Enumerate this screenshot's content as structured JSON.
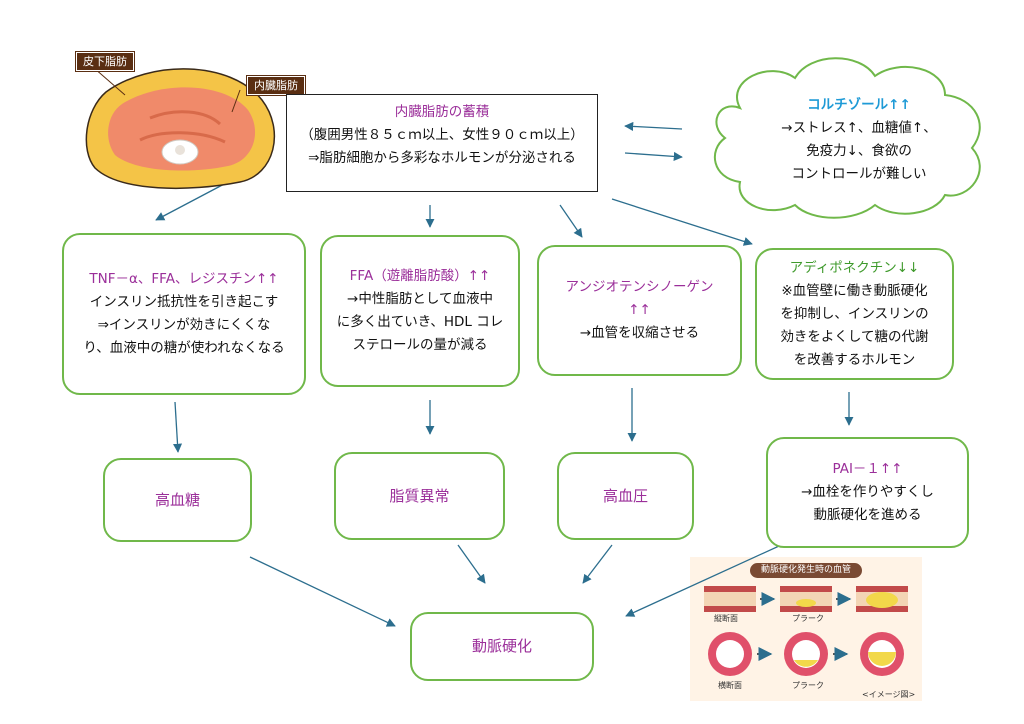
{
  "fat_image": {
    "subcutaneous_label": "皮下脂肪",
    "visceral_label": "内臓脂肪"
  },
  "center": {
    "title": "内臓脂肪の蓄積",
    "line1": "（腹囲男性８５ｃｍ以上、女性９０ｃｍ以上）",
    "line2": "⇒脂肪細胞から多彩なホルモンが分泌される"
  },
  "cortisol": {
    "title": "コルチゾール↑↑",
    "line1": "→ストレス↑、血糖値↑、",
    "line2": "免疫力↓、食欲の",
    "line3": "コントロールが難しい"
  },
  "tnf": {
    "title": "TNF－α、FFA、レジスチン↑↑",
    "line1": "インスリン抵抗性を引き起こす",
    "line2": "⇒インスリンが効きにくくな",
    "line3": "り、血液中の糖が使われなくなる"
  },
  "ffa": {
    "title": "FFA（遊離脂肪酸）↑↑",
    "line1": "→中性脂肪として血液中",
    "line2": "に多く出ていき、HDL コレ",
    "line3": "ステロールの量が減る"
  },
  "angio": {
    "title": "アンジオテンシノーゲン",
    "title2": "↑↑",
    "line1": "→血管を収縮させる"
  },
  "adipo": {
    "title": "アディポネクチン↓↓",
    "line1": "※血管壁に働き動脈硬化",
    "line2": "を抑制し、インスリンの",
    "line3": "効きをよくして糖の代謝",
    "line4": "を改善するホルモン"
  },
  "pai": {
    "title": "PAI－１↑↑",
    "line1": "→血栓を作りやすくし",
    "line2": "動脈硬化を進める"
  },
  "results": {
    "hyperglycemia": "高血糖",
    "dyslipidemia": "脂質異常",
    "hypertension": "高血圧",
    "arteriosclerosis": "動脈硬化"
  },
  "vessel_panel": {
    "title": "動脈硬化発生時の血管",
    "longitudinal": "縦断面",
    "cross": "横断面",
    "plaque_top": "プラーク",
    "plaque_bottom": "プラーク",
    "note": "<イメージ図>"
  },
  "colors": {
    "arrow": "#2c6e8e",
    "box_border": "#70b84a",
    "title_purple": "#9b2f9a",
    "title_green": "#3f9a2c",
    "title_blue": "#1e9ad6"
  }
}
